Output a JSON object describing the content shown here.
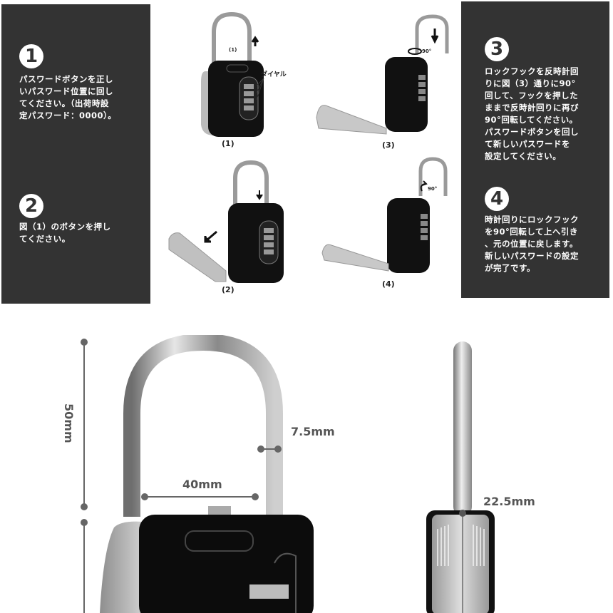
{
  "steps": [
    {
      "number": "1",
      "text": "パスワードボタンを正し\nいパスワード位置に回し\nてください。（出荷時設\n定パスワード：0000）。"
    },
    {
      "number": "2",
      "text": "図（1）のボタンを押し\nてください。"
    },
    {
      "number": "3",
      "text": "ロックフックを反時計回\nりに図（3）通りに90°\n回して、フックを押した\nままで反時計回りに再び\n90°回転してください。\nパスワードボタンを回し\nて新しいパスワードを\n設定してください。"
    },
    {
      "number": "4",
      "text": "時計回りにロックフック\nを90°回転して上へ引き\n、元の位置に戻します。\n新しいパスワードの設定\nが完了です。"
    }
  ],
  "figures": {
    "fig1": {
      "caption": "(1)",
      "button_label": "(1)",
      "dial_label": "ダイヤル"
    },
    "fig2": {
      "caption": "(2)"
    },
    "fig3": {
      "caption": "(3)",
      "rotation_label": "90°"
    },
    "fig4": {
      "caption": "(4)",
      "rotation_label": "90°"
    }
  },
  "dimensions": {
    "shackle_height": "50mm",
    "shackle_thickness": "7.5mm",
    "shackle_inner_width": "40mm",
    "body_depth": "22.5mm"
  },
  "colors": {
    "panel_bg": "#333333",
    "panel_text": "#ffffff",
    "dimension_color": "#555555",
    "lock_body": "#111111",
    "shackle_metal": "#b8b8b8"
  }
}
